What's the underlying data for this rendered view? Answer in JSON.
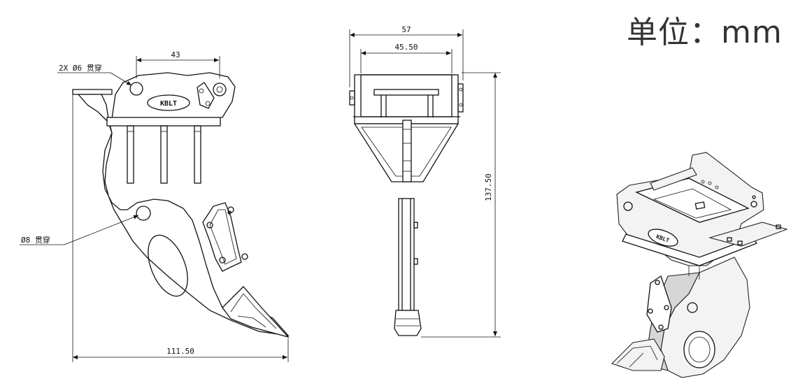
{
  "unit_label": "单位：mm",
  "brand": "KBLT",
  "side_view": {
    "dim_pin_spacing": "43",
    "dim_total_length": "111.50",
    "callout_small_holes": "2X Ø6 贯穿",
    "callout_large_hole": "Ø8 贯穿"
  },
  "front_view": {
    "dim_outer_width": "57",
    "dim_inner_width": "45.50",
    "dim_height": "137.50"
  }
}
